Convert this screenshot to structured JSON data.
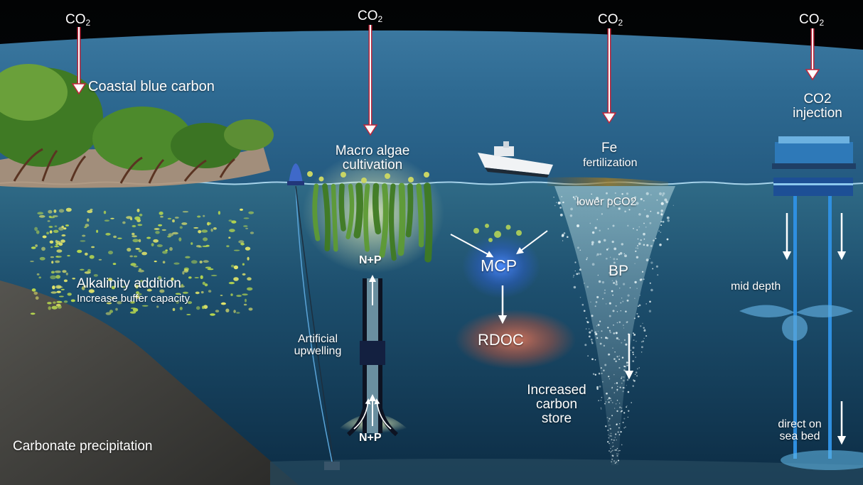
{
  "co2_symbol": "CO",
  "co2_subscript": "2",
  "labels": {
    "coastal_blue_carbon": "Coastal blue carbon",
    "macro_algae_line1": "Macro algae",
    "macro_algae_line2": "cultivation",
    "fe": "Fe",
    "fertilization": "fertilization",
    "co2_injection_line1": "CO2",
    "co2_injection_line2": "injection",
    "lower_pco2": "lower  pCO2",
    "alkalinity_addition": "Alkalinity addition",
    "increase_buffer": "Increase buffer capacity",
    "np_top": "N+P",
    "np_bottom": "N+P",
    "mcp": "MCP",
    "bp": "BP",
    "rdoc": "RDOC",
    "artificial_line1": "Artificial",
    "artificial_line2": "upwelling",
    "increased_line1": "Increased",
    "increased_line2": "carbon",
    "increased_line3": "store",
    "mid_depth": "mid depth",
    "direct_line1": "direct on",
    "direct_line2": "sea bed",
    "carbonate_precipitation": "Carbonate precipitation"
  },
  "colors": {
    "sky": "#05080c",
    "ocean_surface": "#2f6b90",
    "ocean_deep": "#0f3550",
    "arrow_red": "#c0263a",
    "mangrove": "#4d8a2c",
    "seafloor": "#3c3b38",
    "pipe_blue": "#2f8fe0"
  }
}
